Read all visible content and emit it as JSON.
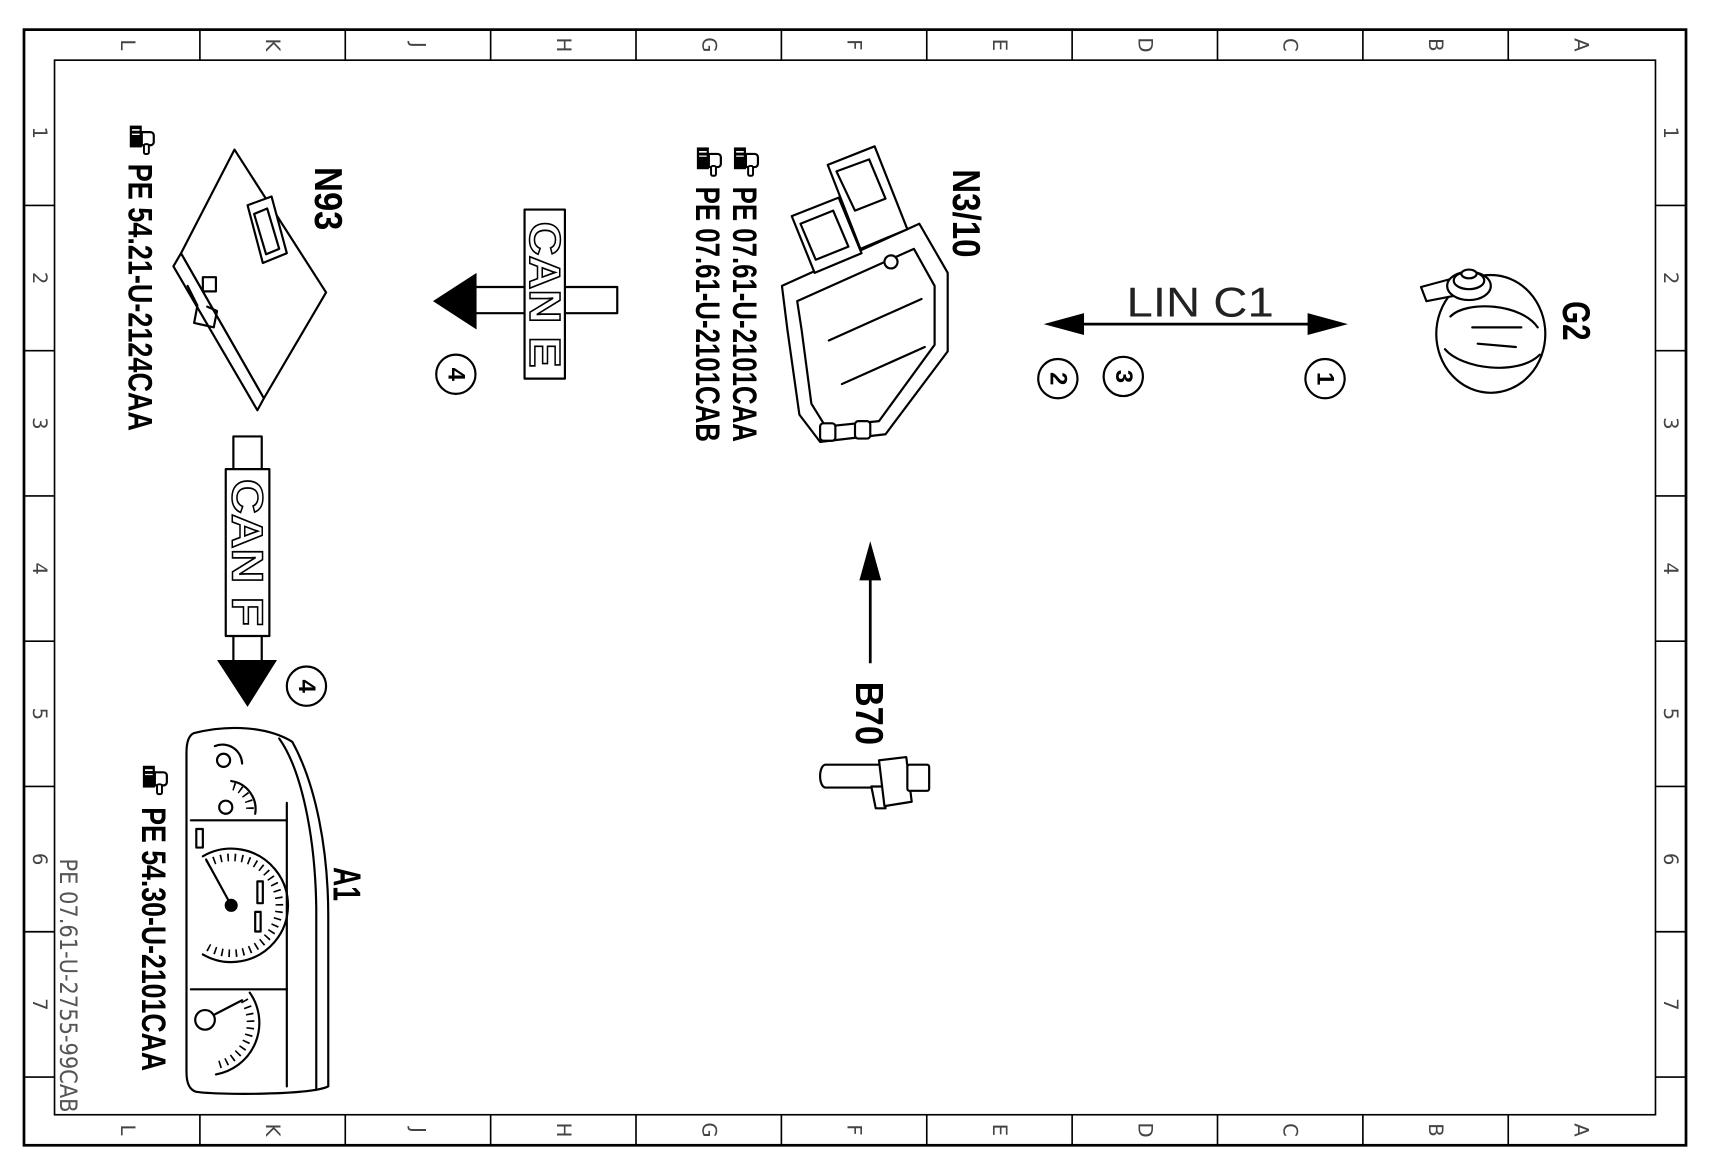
{
  "frame": {
    "columns": [
      "L",
      "K",
      "J",
      "H",
      "G",
      "F",
      "E",
      "D",
      "C",
      "B",
      "A"
    ],
    "rows": [
      "1",
      "2",
      "3",
      "4",
      "5",
      "6",
      "7"
    ]
  },
  "components": {
    "n93": {
      "label": "N93",
      "reference": "PE 54.21-U-2124CAA"
    },
    "n3_10": {
      "label": "N3/10",
      "references": [
        "PE 07.61-U-2101CAA",
        "PE 07.61-U-2101CAB"
      ]
    },
    "g2": {
      "label": "G2"
    },
    "b70": {
      "label": "B70"
    },
    "a1": {
      "label": "A1",
      "reference": "PE 54.30-U-2101CAA"
    }
  },
  "connections": {
    "can_e": {
      "label": "CAN E",
      "callout": "4"
    },
    "can_f": {
      "label": "CAN F",
      "callout": "4"
    },
    "lin_c1": {
      "label": "LIN C1",
      "callouts": [
        "2",
        "3",
        "1"
      ]
    }
  },
  "drawing_number": "PE 07.61-U-2755-99CAB",
  "icons": {
    "reference": "pointing-hand-book-icon"
  },
  "colors": {
    "line": "#000000",
    "background": "#ffffff",
    "frame_text": "#444444",
    "drawing_number": "#555555"
  }
}
